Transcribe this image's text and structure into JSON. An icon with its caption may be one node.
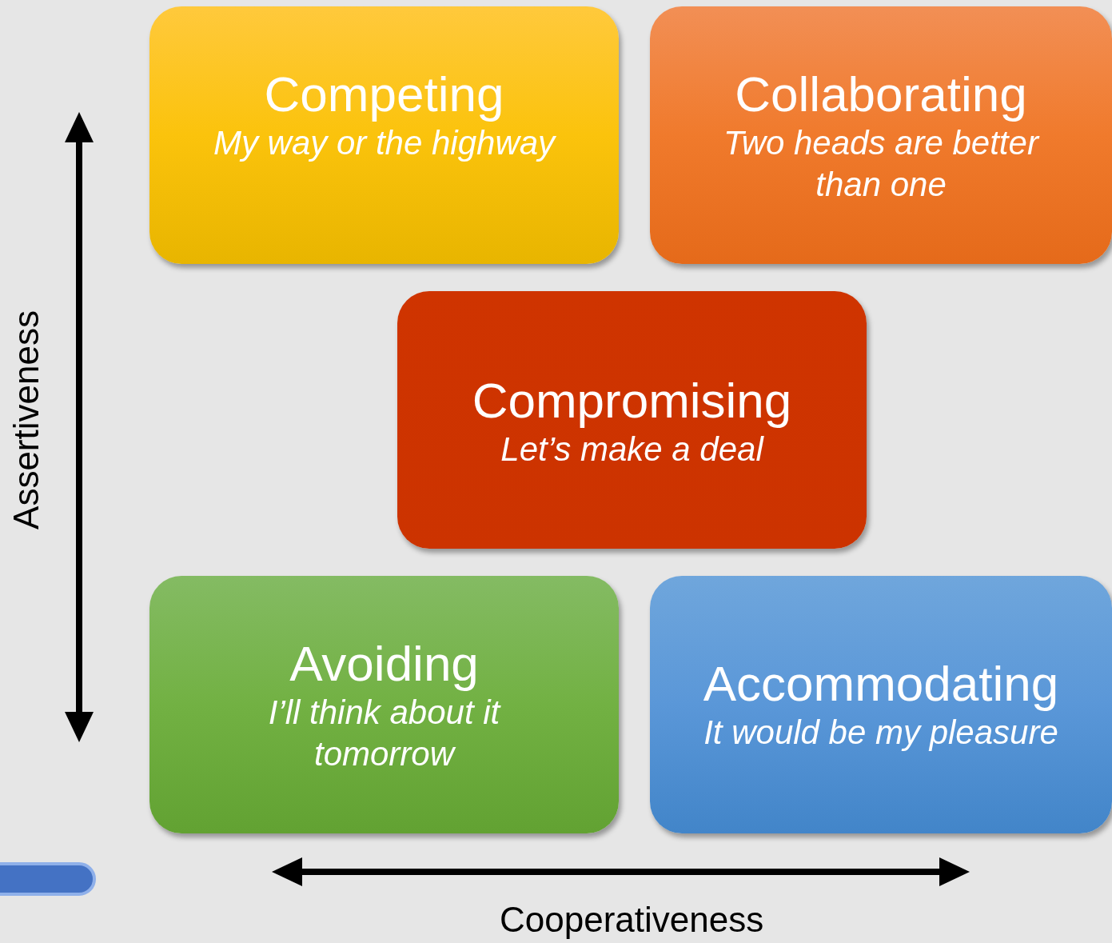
{
  "diagram": {
    "nodes": [
      {
        "text": [
          "Competing",
          "My way or the highway"
        ]
      },
      {
        "text": [
          "Collaborating",
          "Two heads are better than one"
        ]
      },
      {
        "text": [
          "Compromising",
          "Let’s make a deal"
        ]
      },
      {
        "text": [
          "Avoiding",
          "I’ll think about it tomorrow"
        ]
      },
      {
        "text": [
          "Accommodating",
          "It would be my pleasure"
        ]
      }
    ],
    "labels": [
      "Assertiveness",
      "Cooperativeness"
    ]
  }
}
